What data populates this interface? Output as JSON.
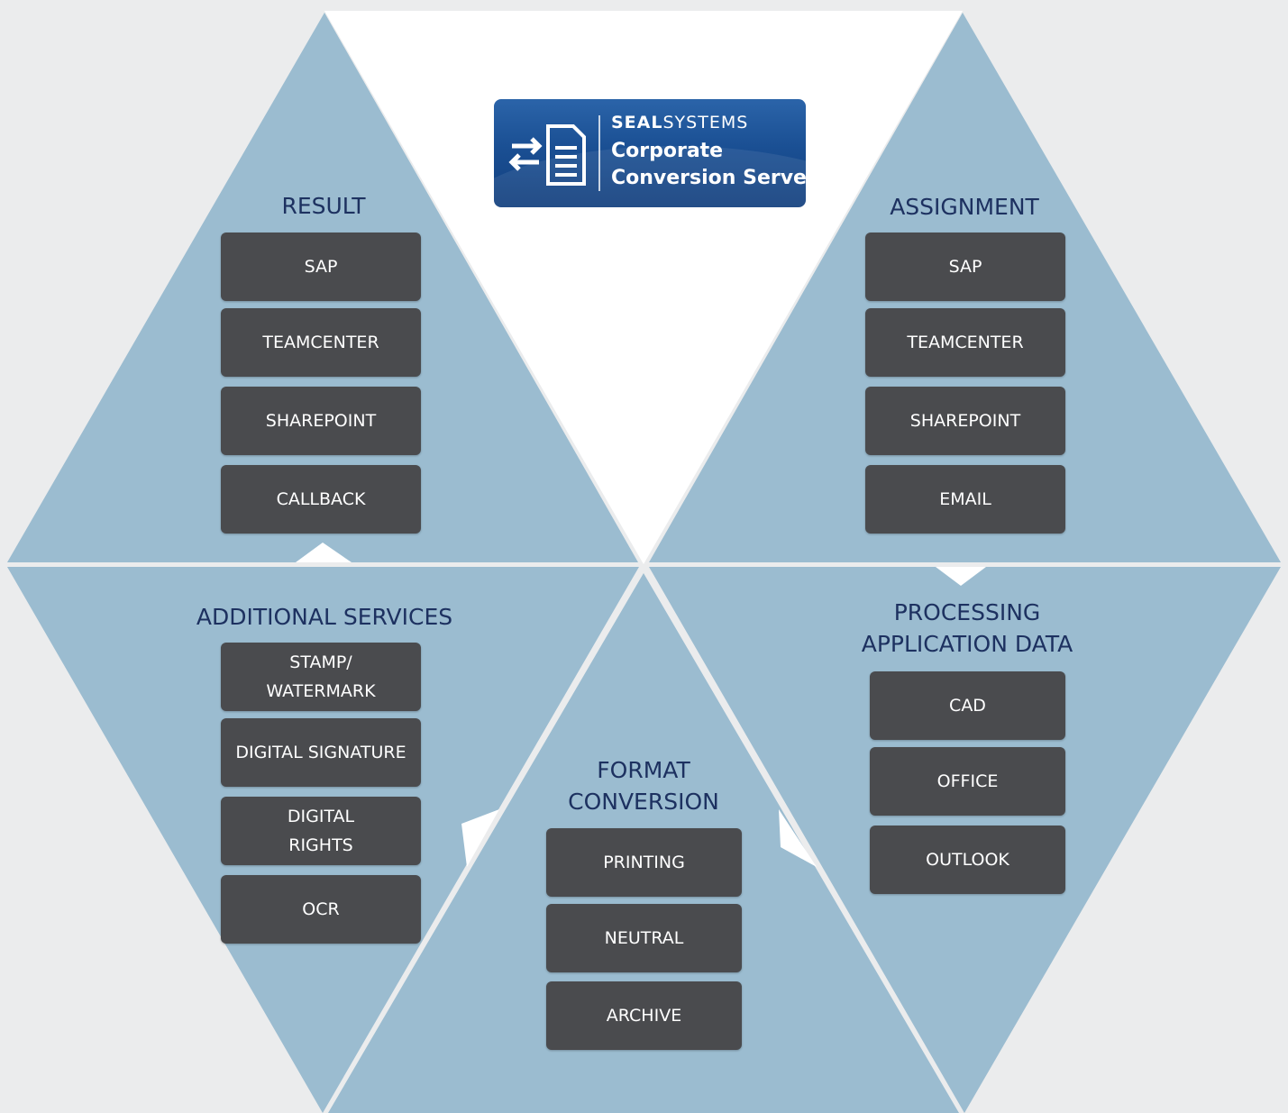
{
  "logo": {
    "brand_bold": "SEAL",
    "brand_rest": "SYSTEMS",
    "line1": "Corporate",
    "line2": "Conversion Server",
    "icon": "document-convert-icon"
  },
  "segments": {
    "result": {
      "title": "RESULT",
      "items": [
        "SAP",
        "TEAMCENTER",
        "SHAREPOINT",
        "CALLBACK"
      ]
    },
    "assignment": {
      "title": "ASSIGNMENT",
      "items": [
        "SAP",
        "TEAMCENTER",
        "SHAREPOINT",
        "EMAIL"
      ]
    },
    "additional": {
      "title": "ADDITIONAL SERVICES",
      "items": [
        [
          "STAMP/",
          "WATERMARK"
        ],
        "DIGITAL SIGNATURE",
        [
          "DIGITAL",
          "RIGHTS"
        ],
        "OCR"
      ]
    },
    "processing": {
      "title_line1": "PROCESSING",
      "title_line2": "APPLICATION DATA",
      "items": [
        "CAD",
        "OFFICE",
        "OUTLOOK"
      ]
    },
    "format": {
      "title_line1": "FORMAT",
      "title_line2": "CONVERSION",
      "items": [
        "PRINTING",
        "NEUTRAL",
        "ARCHIVE"
      ]
    }
  },
  "colors": {
    "segment": "#9bbcd0",
    "box": "#4a4b4e",
    "title": "#1d3160",
    "background": "#ebeced",
    "logo": "#1a4f93"
  }
}
